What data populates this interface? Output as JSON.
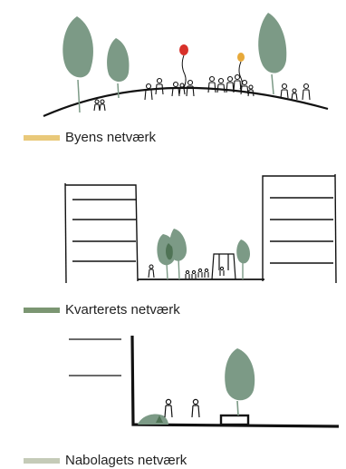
{
  "legend": [
    {
      "label": "Byens netværk",
      "color": "#e9c97a"
    },
    {
      "label": "Kvarterets netværk",
      "color": "#7b9672"
    },
    {
      "label": "Nabolagets netværk",
      "color": "#c5cbb8"
    }
  ],
  "colors": {
    "tree": "#7c9a86",
    "tree_dark": "#4f7355",
    "balloon_red": "#d8312a",
    "balloon_yellow": "#e7a93a",
    "ink": "#111111"
  }
}
